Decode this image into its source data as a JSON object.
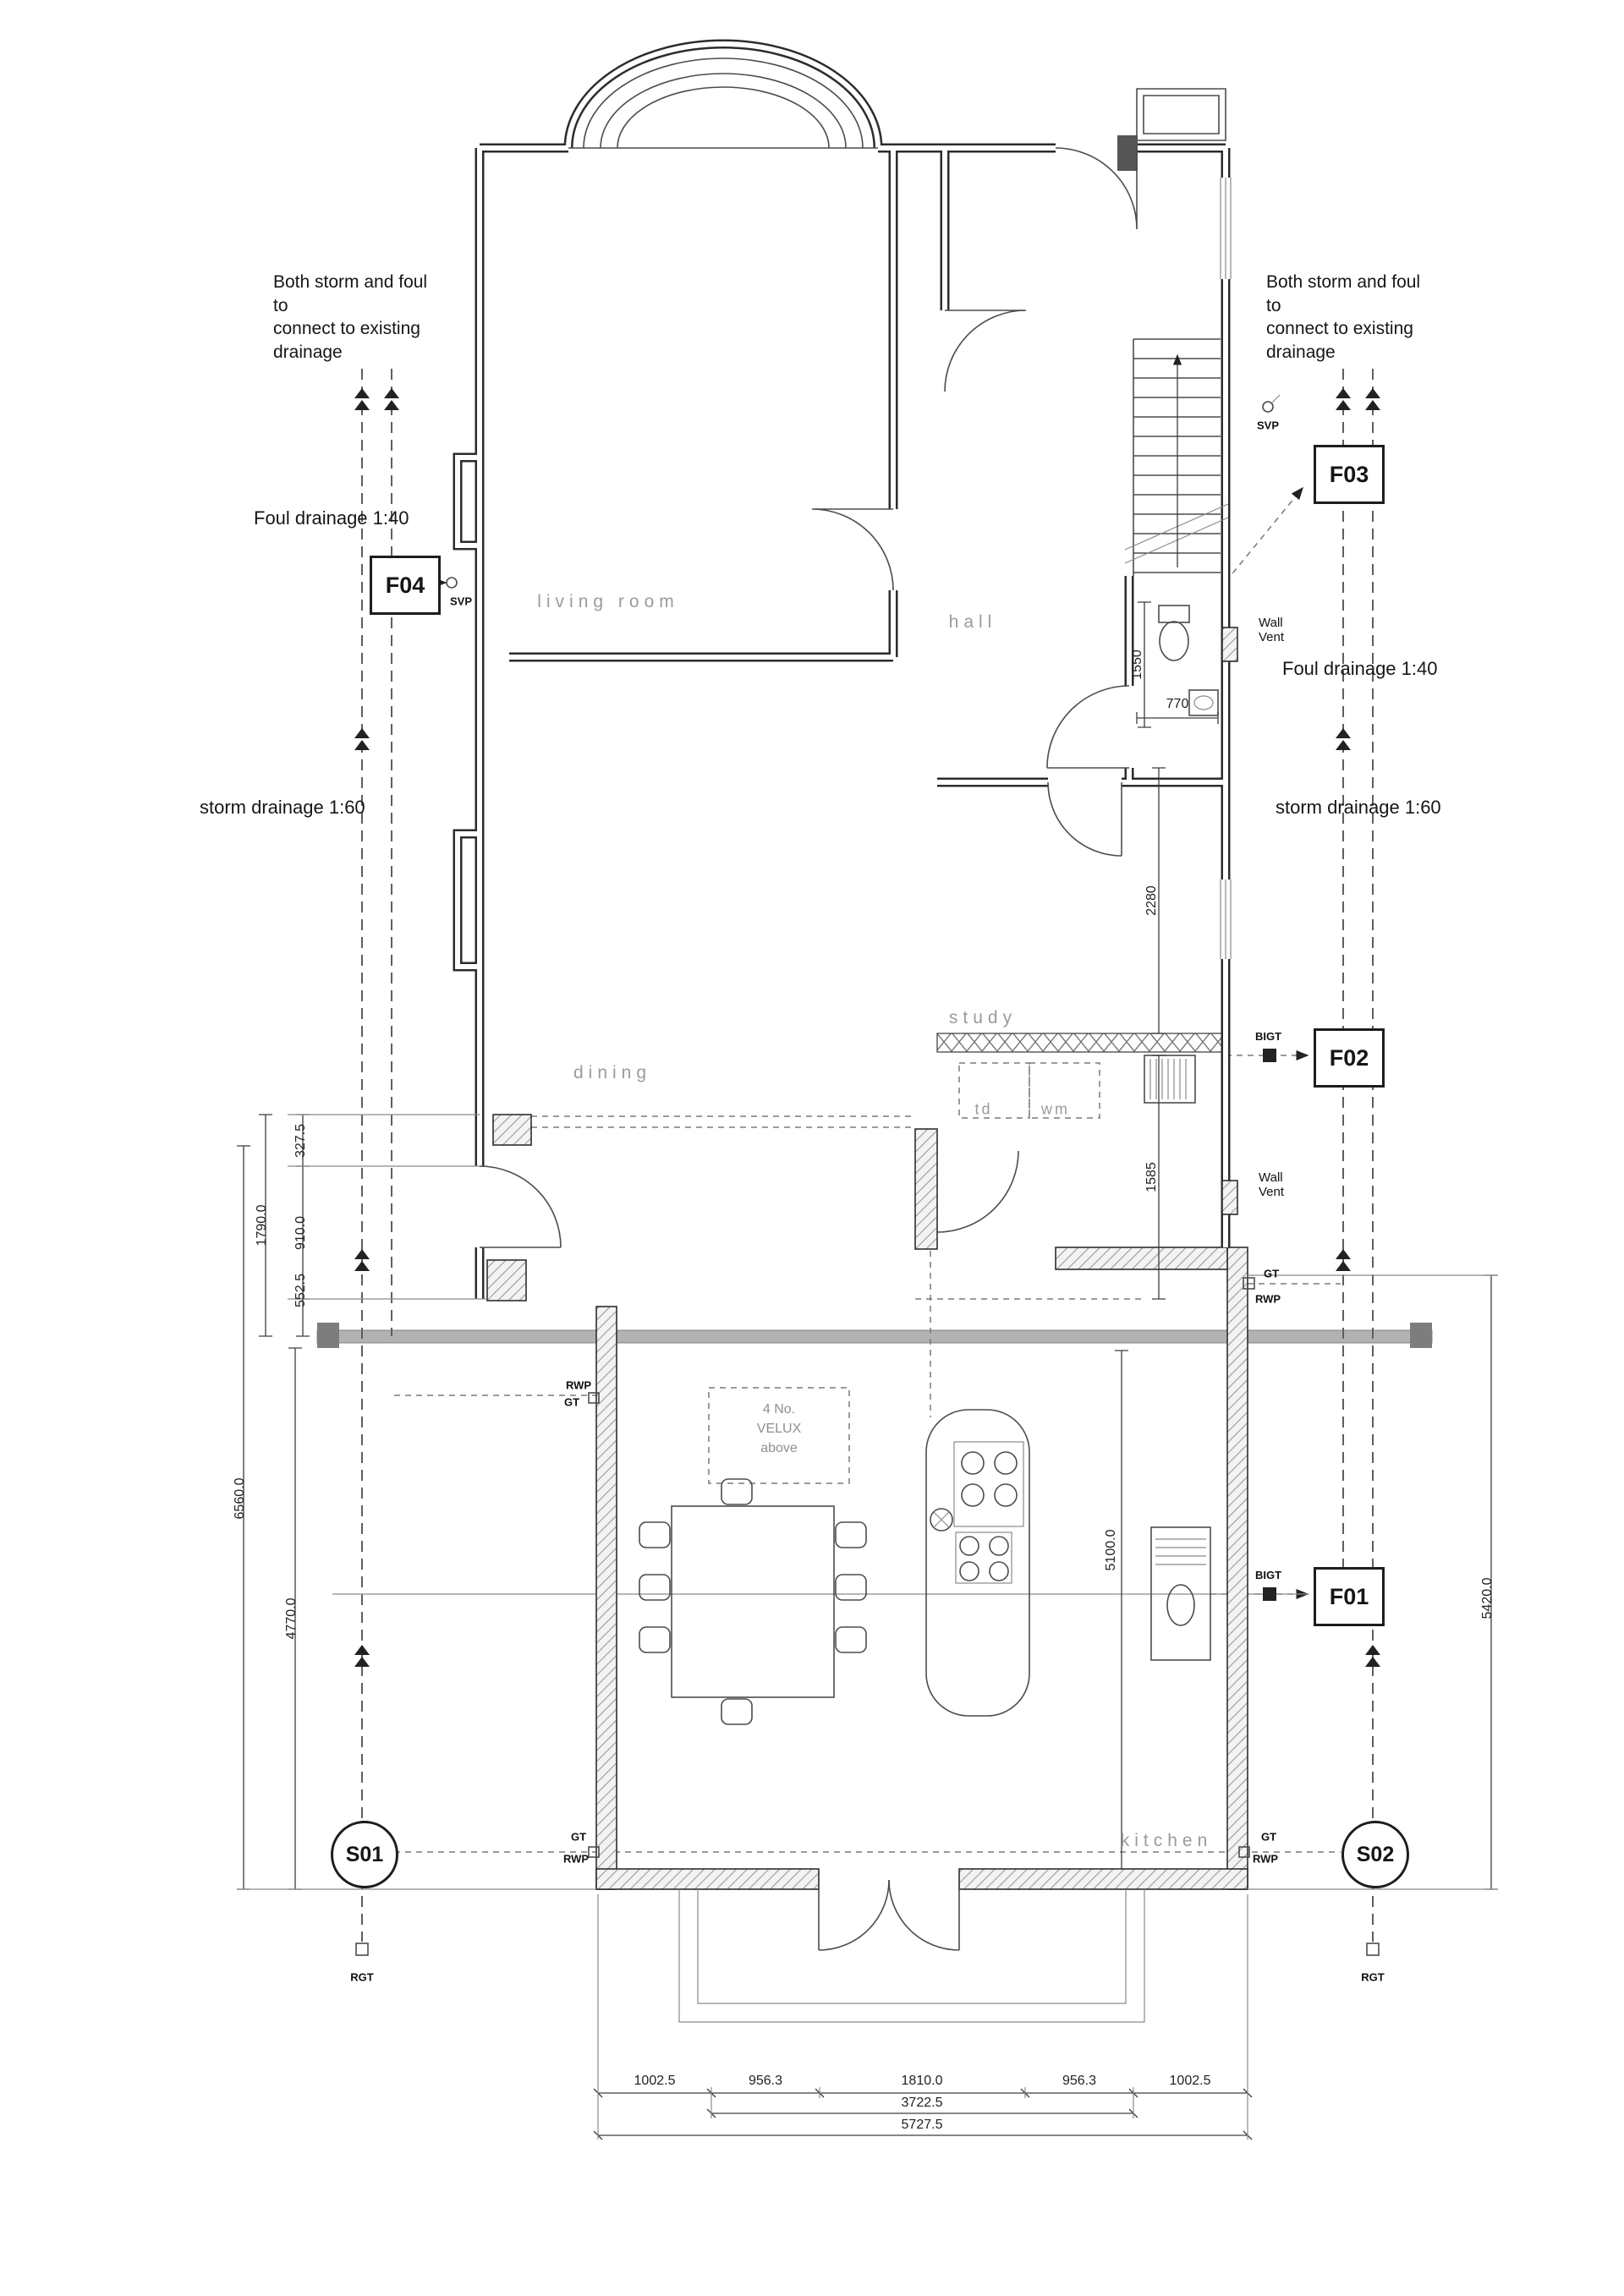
{
  "drawing": {
    "notes": {
      "left": "Both storm and foul to\nconnect to existing\ndrainage",
      "right": "Both storm and foul to\nconnect to existing\ndrainage"
    },
    "drainage": {
      "foul_left": "Foul drainage 1:40",
      "foul_right": "Foul drainage 1:40",
      "storm_left": "storm drainage 1:60",
      "storm_right": "storm drainage 1:60"
    },
    "manholes": {
      "f01": "F01",
      "f02": "F02",
      "f03": "F03",
      "f04": "F04",
      "s01": "S01",
      "s02": "S02"
    },
    "symbols": {
      "svp": "SVP",
      "wall_vent": "Wall\nVent",
      "bigt": "BIGT",
      "gt": "GT",
      "rwp": "RWP",
      "rgt": "RGT"
    },
    "rooms": {
      "living_room": "living room",
      "hall": "hall",
      "dining": "dining",
      "study": "study",
      "kitchen": "kitchen",
      "td": "td",
      "wm": "wm"
    },
    "velux_note": "4 No.\nVELUX\nabove",
    "dims": {
      "v1550": "1550",
      "v770": "770",
      "v2280": "2280",
      "v1585": "1585",
      "v5100": "5100.0",
      "v327": "327.5",
      "v1790": "1790.0",
      "v910": "910.0",
      "v552": "552.5",
      "v6560": "6560.0",
      "v4770": "4770.0",
      "v5420": "5420.0",
      "bottom": [
        "1002.5",
        "956.3",
        "1810.0",
        "956.3",
        "1002.5"
      ],
      "sum1": "3722.5",
      "sum2": "5727.5"
    }
  }
}
